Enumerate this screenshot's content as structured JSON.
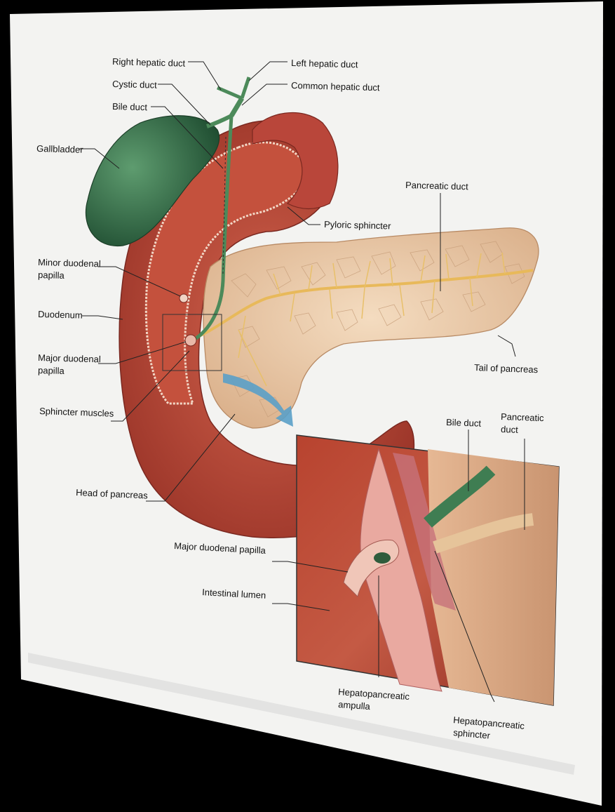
{
  "colors": {
    "background": "#000000",
    "card": "#f4f4f2",
    "duodenum": "#b8483c",
    "duodenum_inner": "#c8563f",
    "pancreas": "#e9c9a8",
    "pancreatic_duct": "#e6b95c",
    "gallbladder": "#2f6b45",
    "bile_duct": "#4f8a5c",
    "inset_bg": "#a83a2e",
    "arrow": "#5aa0c8"
  },
  "labels": {
    "right_hepatic_duct": "Right hepatic duct",
    "left_hepatic_duct": "Left hepatic duct",
    "cystic_duct": "Cystic duct",
    "common_hepatic_duct": "Common hepatic duct",
    "bile_duct": "Bile duct",
    "gallbladder": "Gallbladder",
    "pancreatic_duct": "Pancreatic duct",
    "pyloric_sphincter": "Pyloric sphincter",
    "minor_papilla_1": "Minor duodenal",
    "minor_papilla_2": "papilla",
    "duodenum": "Duodenum",
    "major_papilla_1": "Major duodenal",
    "major_papilla_2": "papilla",
    "tail_of_pancreas": "Tail of pancreas",
    "sphincter_muscles": "Sphincter muscles",
    "inset_bile_duct": "Bile duct",
    "inset_pancreatic_1": "Pancreatic",
    "inset_pancreatic_2": "duct",
    "head_of_pancreas": "Head of pancreas",
    "inset_major_papilla": "Major duodenal papilla",
    "intestinal_lumen": "Intestinal lumen",
    "ampulla_1": "Hepatopancreatic",
    "ampulla_2": "ampulla",
    "hp_sphincter_1": "Hepatopancreatic",
    "hp_sphincter_2": "sphincter"
  }
}
